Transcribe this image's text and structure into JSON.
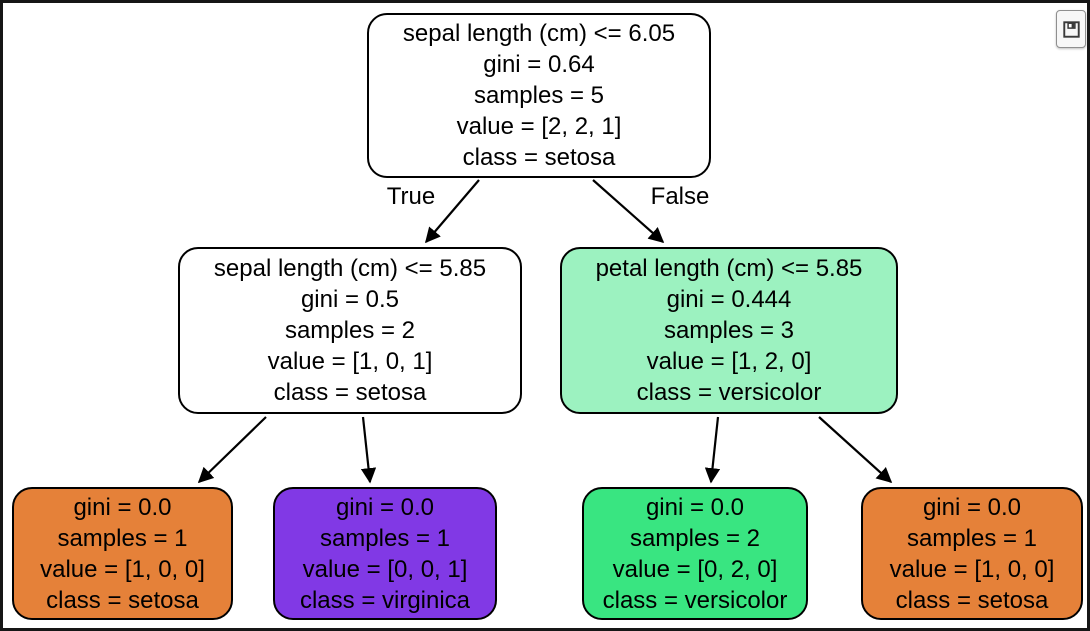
{
  "figure": {
    "type": "decision-tree",
    "nodes": {
      "root": {
        "lines": [
          "sepal length (cm) <= 6.05",
          "gini = 0.64",
          "samples = 5",
          "value = [2, 2, 1]",
          "class = setosa"
        ],
        "fill": "#ffffff"
      },
      "left_child": {
        "lines": [
          "sepal length (cm) <= 5.85",
          "gini = 0.5",
          "samples = 2",
          "value = [1, 0, 1]",
          "class = setosa"
        ],
        "fill": "#ffffff"
      },
      "right_child": {
        "lines": [
          "petal length (cm) <= 5.85",
          "gini = 0.444",
          "samples = 3",
          "value = [1, 2, 0]",
          "class = versicolor"
        ],
        "fill": "#9cf2c0"
      },
      "leaf_1": {
        "lines": [
          "gini = 0.0",
          "samples = 1",
          "value = [1, 0, 0]",
          "class = setosa"
        ],
        "fill": "#e58139"
      },
      "leaf_2": {
        "lines": [
          "gini = 0.0",
          "samples = 1",
          "value = [0, 0, 1]",
          "class = virginica"
        ],
        "fill": "#8139e5"
      },
      "leaf_3": {
        "lines": [
          "gini = 0.0",
          "samples = 2",
          "value = [0, 2, 0]",
          "class = versicolor"
        ],
        "fill": "#39e581"
      },
      "leaf_4": {
        "lines": [
          "gini = 0.0",
          "samples = 1",
          "value = [1, 0, 0]",
          "class = setosa"
        ],
        "fill": "#e58139"
      }
    },
    "edges": [
      {
        "from": "root",
        "to": "left_child",
        "label": "True"
      },
      {
        "from": "root",
        "to": "right_child",
        "label": "False"
      },
      {
        "from": "left_child",
        "to": "leaf_1",
        "label": ""
      },
      {
        "from": "left_child",
        "to": "leaf_2",
        "label": ""
      },
      {
        "from": "right_child",
        "to": "leaf_3",
        "label": ""
      },
      {
        "from": "right_child",
        "to": "leaf_4",
        "label": ""
      }
    ]
  },
  "toolbar": {
    "save_icon": "floppy-disk"
  },
  "colors": {
    "node_border": "#000000",
    "edge_stroke": "#000000",
    "leaf_orange": "#e58139",
    "leaf_green": "#39e581",
    "leaf_purple": "#8139e5",
    "light_green": "#9cf2c0",
    "frame": "#161616"
  }
}
